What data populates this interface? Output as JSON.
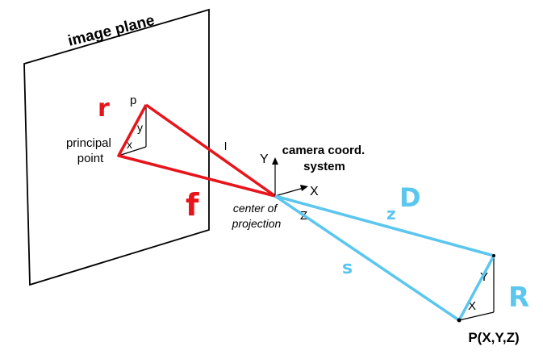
{
  "labels": {
    "image_plane": "image plane",
    "p": "p",
    "y_small": "y",
    "x_small": "x",
    "principal_point_line1": "principal",
    "principal_point_line2": "point",
    "l": "l",
    "Y_axis": "Y",
    "X_axis": "X",
    "Z_axis": "Z",
    "camera_coord_line1": "camera coord.",
    "camera_coord_line2": "system",
    "center_line1": "center of",
    "center_line2": "projection",
    "world_point": "P(X,Y,Z)",
    "Y_big": "Y",
    "X_big": "X"
  },
  "annotations": {
    "r": "r",
    "f": "f",
    "D": "D",
    "R": "R",
    "z_mark": "z",
    "s_mark": "s"
  },
  "colors": {
    "red_annotation": "#e8141b",
    "blue_annotation": "#5bc6ee",
    "line": "#000000"
  }
}
